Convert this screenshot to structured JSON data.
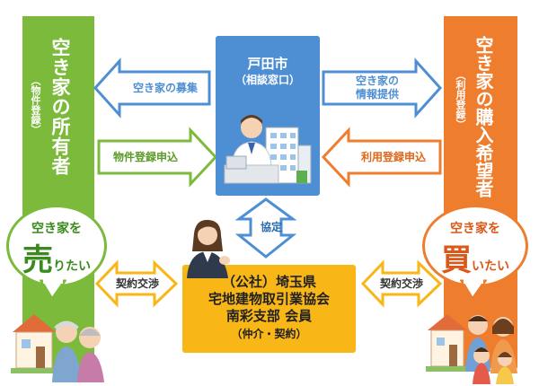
{
  "left_panel": {
    "title": "空き家の所有者",
    "sub": "（物件登録）"
  },
  "right_panel": {
    "title": "空き家の購入希望者",
    "sub": "（利用登録）"
  },
  "center_box": {
    "title": "戸田市",
    "sub": "（相談窓口）"
  },
  "arrows": {
    "recruit": "空き家の募集",
    "info_1": "空き家の",
    "info_2": "情報提供",
    "property_register": "物件登録申込",
    "use_register": "利用登録申込",
    "agreement": "協定",
    "contract_left": "契約交渉",
    "contract_right": "契約交渉"
  },
  "bottom_box": {
    "line1": "（公社）埼玉県",
    "line2": "宅地建物取引業協会",
    "line3": "南彩支部 会員",
    "line4": "（仲介・契約）"
  },
  "bubble_left": {
    "pre": "空き家を",
    "big": "売",
    "post": "りたい"
  },
  "bubble_right": {
    "pre": "空き家を",
    "big": "買",
    "post": "いたい"
  },
  "colors": {
    "green": "#7cba3c",
    "orange": "#ef7d2e",
    "blue": "#4e8fd3",
    "yellow": "#f8b617"
  }
}
